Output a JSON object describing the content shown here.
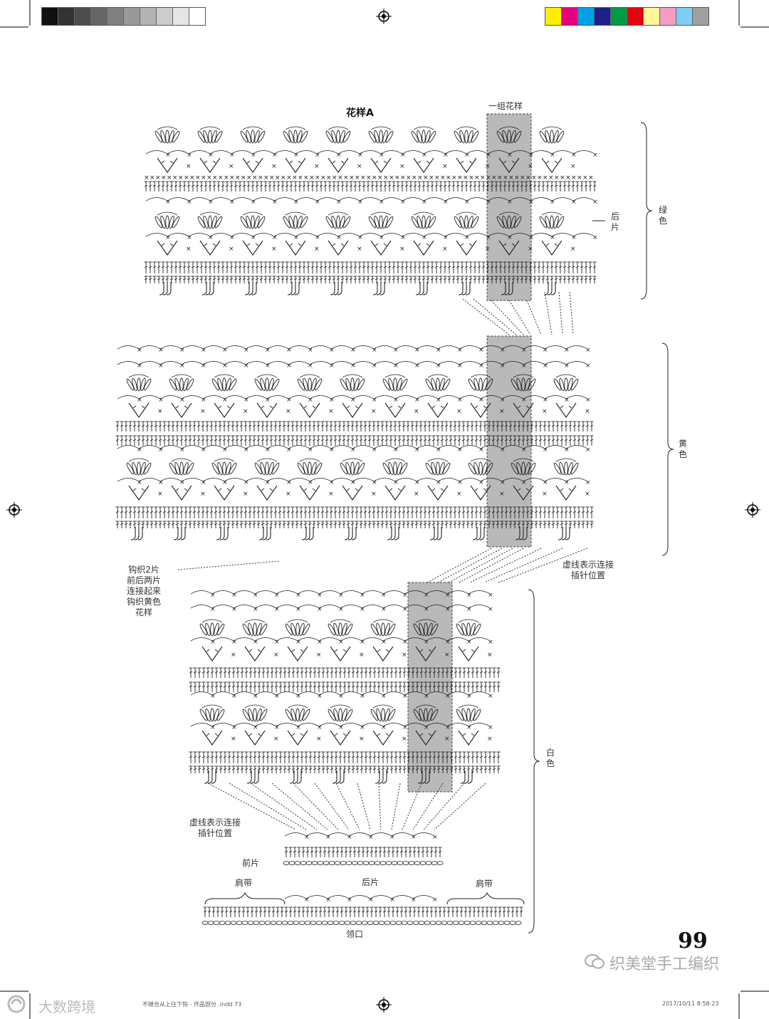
{
  "diagram": {
    "title": "花样A",
    "repeat_label": "一组花样",
    "green_back_label": "后片",
    "green_color_label": "绿色",
    "yellow_color_label": "黄色",
    "dashed_note_right": "虚线表示连接\n插针位置",
    "left_note": "钩织2片\n前后两片\n连接起来\n钩织黄色\n花样",
    "white_color_label": "白色",
    "dashed_note_bottom": "虚线表示连接\n插针位置",
    "front_label": "前片",
    "shoulder_left": "肩带",
    "back_label": "后片",
    "shoulder_right": "肩带",
    "neck_label": "领口",
    "page_number": "99"
  },
  "footer": {
    "file_text": "不缝合从上往下钩 - 作品部分 .indd  73",
    "date_text": "2017/10/11   8:58:23"
  },
  "watermark": {
    "brand": "织美堂手工编织",
    "corner": "大数跨境"
  },
  "colors": {
    "gray_bar": [
      "#111111",
      "#333333",
      "#4d4d4d",
      "#666666",
      "#808080",
      "#999999",
      "#b3b3b3",
      "#cccccc",
      "#e6e6e6",
      "#ffffff"
    ],
    "color_bar": [
      "#ffee00",
      "#e4007f",
      "#00a0e9",
      "#1d2088",
      "#009944",
      "#e60012",
      "#fff799",
      "#f19ec2",
      "#7ecef4",
      "#9fa0a0"
    ],
    "highlight": "#b9b9b9"
  },
  "icons": {
    "registration": "registration-mark-icon"
  }
}
